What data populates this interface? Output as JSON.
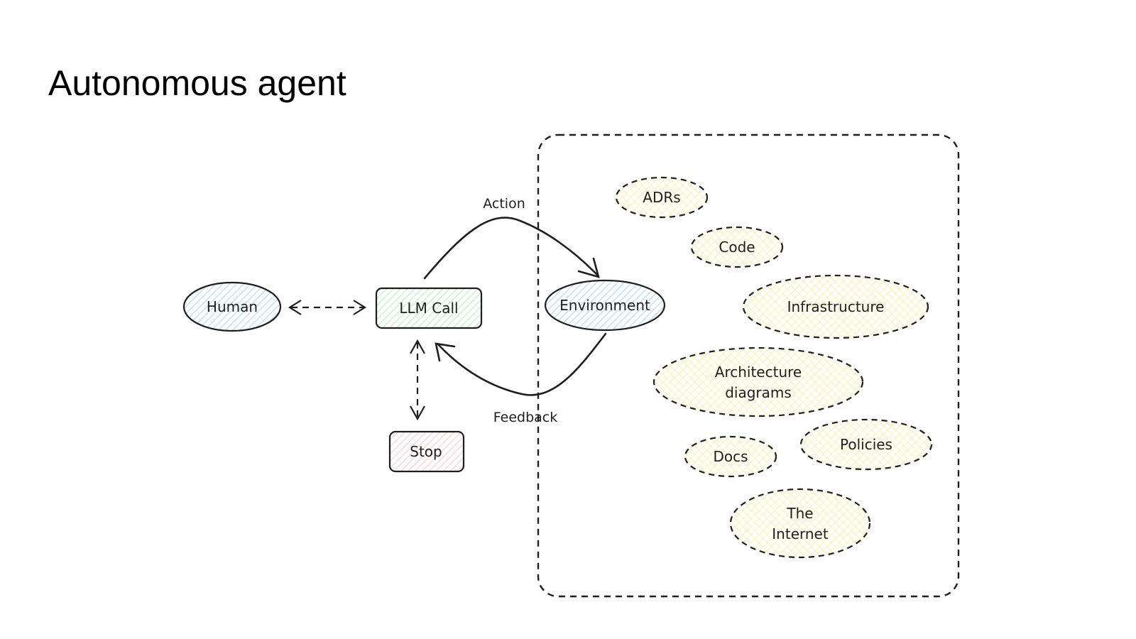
{
  "title": "Autonomous agent",
  "colors": {
    "human_fill": "#a5d8ff",
    "llm_fill": "#b2f2bb",
    "stop_fill": "#ffc9c9",
    "env_fill": "#a5d8ff",
    "resource_fill": "#ffec99",
    "stroke": "#1e1e1e"
  },
  "nodes": {
    "human": "Human",
    "llm_call": "LLM Call",
    "stop": "Stop",
    "environment": "Environment"
  },
  "edges": {
    "action": "Action",
    "feedback": "Feedback"
  },
  "resources": {
    "adrs": "ADRs",
    "code": "Code",
    "infrastructure": "Infrastructure",
    "architecture_line1": "Architecture",
    "architecture_line2": "diagrams",
    "docs": "Docs",
    "policies": "Policies",
    "internet_line1": "The",
    "internet_line2": "Internet"
  }
}
